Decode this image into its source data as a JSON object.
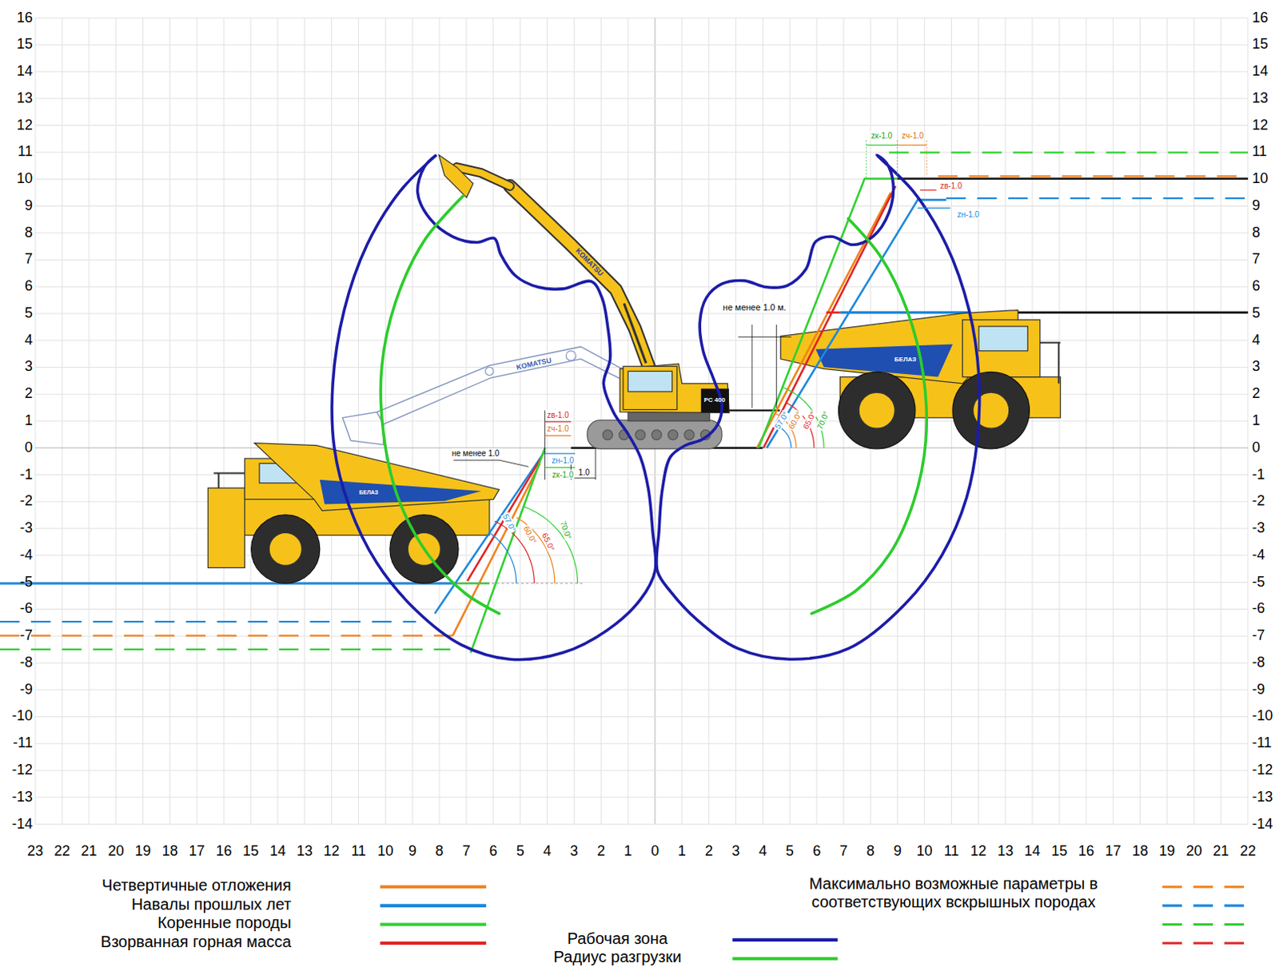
{
  "diagram": {
    "labels": [
      "16",
      "15",
      "14",
      "13",
      "12",
      "11",
      "10",
      "9",
      "8",
      "7",
      "6",
      "5",
      "4",
      "3",
      "2",
      "1",
      "0",
      "-1",
      "-2",
      "-3",
      "-4",
      "-5",
      "-6",
      "-7",
      "-8",
      "-9",
      "-10",
      "-11",
      "-12",
      "-13",
      "-14",
      "16",
      "15",
      "14",
      "13",
      "12",
      "11",
      "10",
      "9",
      "8",
      "7",
      "6",
      "5",
      "4",
      "3",
      "2",
      "1",
      "0",
      "-1",
      "-2",
      "-3",
      "-4",
      "-5",
      "-6",
      "-7",
      "-8",
      "-9",
      "-10",
      "-11",
      "-12",
      "-13",
      "-14",
      "23",
      "22",
      "21",
      "20",
      "19",
      "18",
      "17",
      "16",
      "15",
      "14",
      "13",
      "12",
      "11",
      "10",
      "9",
      "8",
      "7",
      "6",
      "5",
      "4",
      "3",
      "2",
      "1",
      "0",
      "1",
      "2",
      "3",
      "4",
      "5",
      "6",
      "7",
      "8",
      "9",
      "10",
      "11",
      "12",
      "13",
      "14",
      "15",
      "16",
      "17",
      "18",
      "19",
      "20",
      "21",
      "22",
      "zв-1.0",
      "zч-1.0",
      "zн-1.0",
      "zк-1.0",
      "1.0",
      "не менее 1.0",
      "57.0°",
      "60.0°",
      "65.0°",
      "70.0°",
      "zк-1.0",
      "zч-1.0",
      "zв-1.0",
      "zн-1.0",
      "не менее 1.0 м.",
      "70.0°",
      "65.0°",
      "60.0°",
      "57.0°",
      "KOMATSU",
      "KOMATSU",
      "PC 400",
      "БЕЛАЗ",
      "БЕЛАЗ"
    ],
    "legend": [
      {
        "text": "Четвертичные отложения",
        "color": "#f0821e"
      },
      {
        "text": "Навалы прошлых лет",
        "color": "#1e88dc"
      },
      {
        "text": "Коренные породы",
        "color": "#30d030"
      },
      {
        "text": "Взорванная горная масса",
        "color": "#e02424"
      },
      {
        "text": "Максимально возможные параметры в соответствующих вскрышных породах"
      },
      {
        "text": "Рабочая зона",
        "color": "#1c1ca8"
      },
      {
        "text": "Радиус разгрузки",
        "color": "#2ccc2c"
      }
    ]
  }
}
